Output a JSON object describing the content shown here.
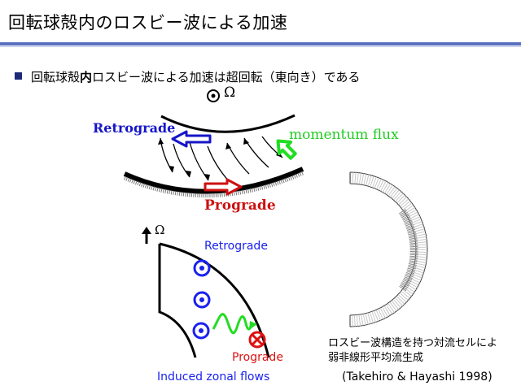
{
  "title": "回転球殻内のロスビー波による加速",
  "bullet": {
    "part1": "回転球殻",
    "part2": "内",
    "part3": "ロスビー波による加速は超回転（東向き）である"
  },
  "top_figure": {
    "omega_symbol": "Ω",
    "retrograde_label": "Retrograde",
    "momentum_flux_label": "momentum flux",
    "prograde_label": "Prograde",
    "colors": {
      "retrograde": "#1515c8",
      "prograde": "#cc1111",
      "flux": "#22dd22"
    }
  },
  "bottom_figure": {
    "omega_symbol": "Ω",
    "retrograde_label": "Retrograde",
    "prograde_label": "Prograde",
    "caption": "Induced zonal flows",
    "colors": {
      "vortex": "#1a22ee",
      "prograde": "#dd1111",
      "wave": "#22dd22"
    }
  },
  "right_figure": {
    "caption_line1": "ロスビー波構造を持つ対流セルによ",
    "caption_line2": "弱非線形平均流生成",
    "citation": "(Takehiro & Hayashi 1998)"
  }
}
